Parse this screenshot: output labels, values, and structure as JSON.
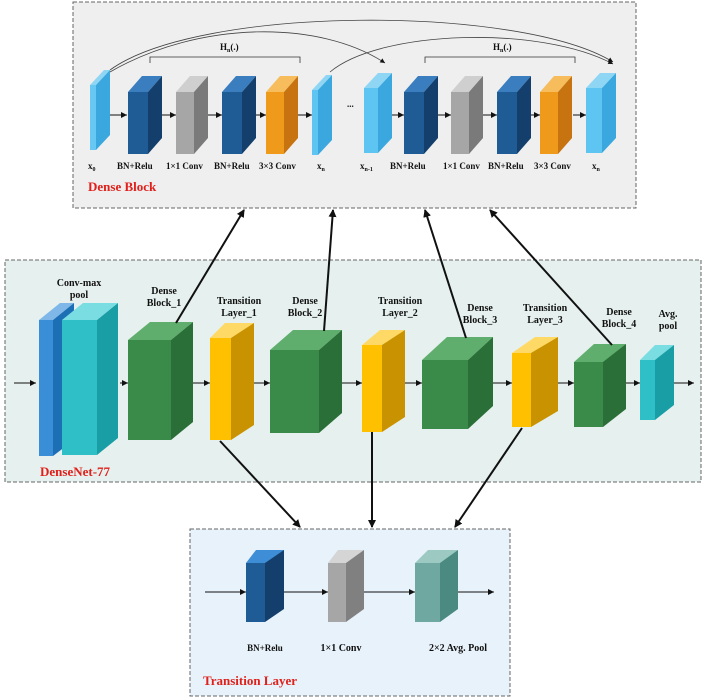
{
  "dense_block": {
    "title": "Dense Block",
    "brace_label": "H",
    "brace_sub": "n",
    "brace_suffix": "(.)",
    "labels": {
      "x0": "x",
      "x0_sub": "0",
      "bn1": "BN+Relu",
      "conv1a": "1×1 Conv",
      "bn2": "BN+Relu",
      "conv3a": "3×3 Conv",
      "xn": "x",
      "xn_sub": "n",
      "dots": "...",
      "xn1": "x",
      "xn1_sub": "n-1",
      "bn3": "BN+Relu",
      "conv1b": "1×1 Conv",
      "bn4": "BN+Relu",
      "conv3b": "3×3 Conv",
      "xn_end": "x",
      "xn_end_sub": "n"
    }
  },
  "densenet": {
    "title": "DenseNet-77",
    "labels": {
      "conv_max_1": "Conv-max",
      "conv_max_2": "pool",
      "db1_1": "Dense",
      "db1_2": "Block_1",
      "tl1_1": "Transition",
      "tl1_2": "Layer_1",
      "db2_1": "Dense",
      "db2_2": "Block_2",
      "tl2_1": "Transition",
      "tl2_2": "Layer_2",
      "db3_1": "Dense",
      "db3_2": "Block_3",
      "tl3_1": "Transition",
      "tl3_2": "Layer_3",
      "db4_1": "Dense",
      "db4_2": "Block_4",
      "avg_1": "Avg.",
      "avg_2": "pool"
    }
  },
  "transition_layer": {
    "title": "Transition Layer",
    "labels": {
      "bn": "BN+Relu",
      "conv": "1×1 Conv",
      "pool": "2×2 Avg. Pool"
    }
  },
  "colors": {
    "dark_blue": "#1f5c96",
    "light_blue": "#55bff0",
    "gray": "#a6a6a6",
    "orange": "#f09a1c",
    "green": "#3a8a4a",
    "yellow": "#ffc000",
    "teal": "#2fbfc6",
    "teal_gray": "#6fa8a0",
    "title_red": "#e0201b"
  }
}
